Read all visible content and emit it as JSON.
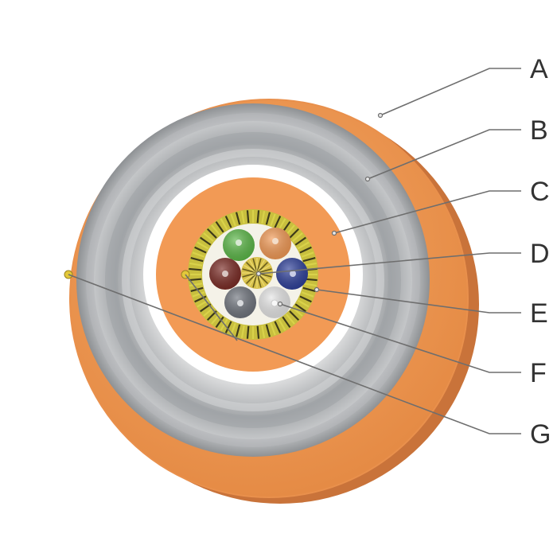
{
  "labels": {
    "a": "A",
    "b": "B",
    "c": "C",
    "d": "D",
    "e": "E",
    "f": "F",
    "g": "G"
  },
  "colors": {
    "outer_jacket": "#f29a55",
    "outer_jacket_shade": "#d97a3a",
    "armor": "#a9acaf",
    "armor_light": "#c9cbcd",
    "white_layer": "#ffffff",
    "inner_jacket": "#f29a55",
    "yarn": "#b9b33a",
    "yarn_dark": "#3d3a1a",
    "fiber_green": "#5bb847",
    "fiber_orange": "#f39a55",
    "fiber_brown": "#7a2a24",
    "fiber_blue": "#2d3f9a",
    "fiber_gray": "#6f747d",
    "fiber_white": "#e7e7e7",
    "central_member": "#d6c04a",
    "ripcord": "#e3c83a"
  },
  "icons": {
    "ripcord": "ripcord-dot"
  }
}
